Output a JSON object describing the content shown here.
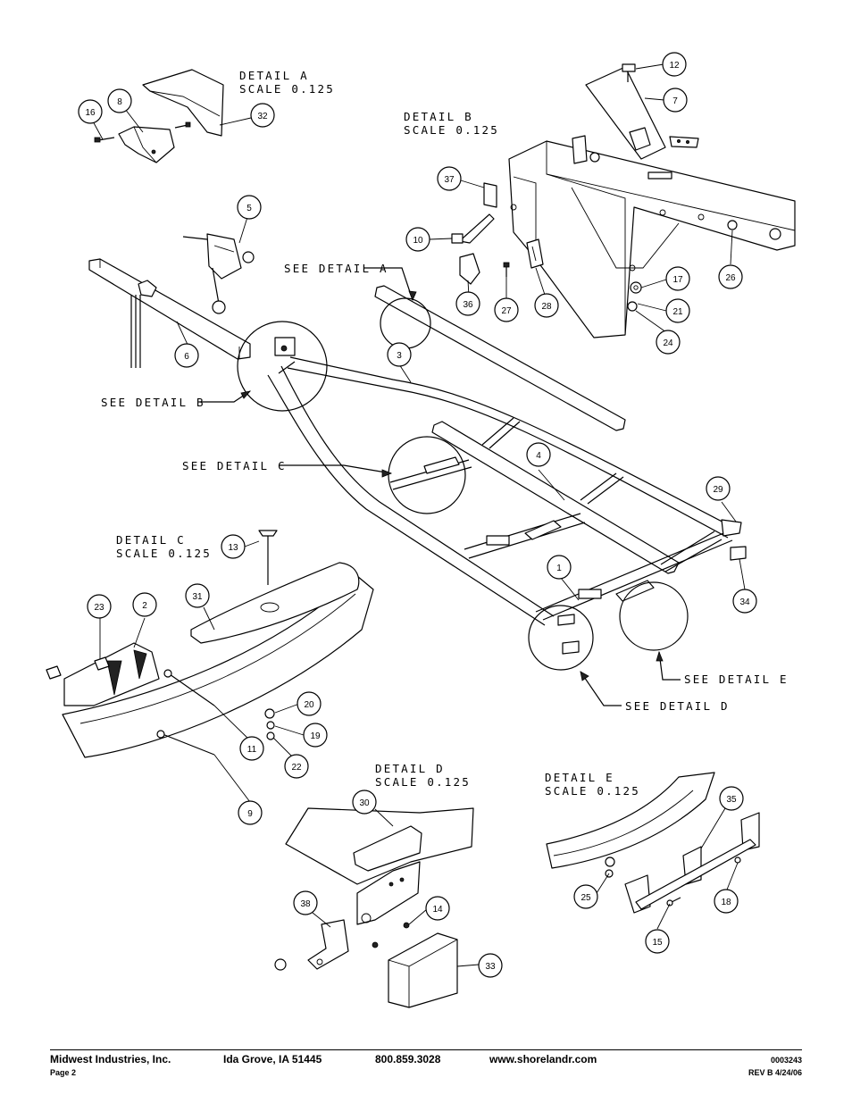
{
  "details": {
    "a": {
      "title": "DETAIL  A",
      "scale": "SCALE  0.125"
    },
    "b": {
      "title": "DETAIL  B",
      "scale": "SCALE  0.125"
    },
    "c": {
      "title": "DETAIL  C",
      "scale": "SCALE  0.125"
    },
    "d": {
      "title": "DETAIL  D",
      "scale": "SCALE  0.125"
    },
    "e": {
      "title": "DETAIL  E",
      "scale": "SCALE  0.125"
    }
  },
  "see_labels": {
    "a": "SEE DETAIL  A",
    "b": "SEE DETAIL  B",
    "c": "SEE DETAIL  C",
    "d": "SEE DETAIL  D",
    "e": "SEE DETAIL  E"
  },
  "balloons": [
    "1",
    "2",
    "3",
    "4",
    "5",
    "6",
    "7",
    "8",
    "9",
    "10",
    "11",
    "12",
    "13",
    "14",
    "15",
    "16",
    "17",
    "18",
    "19",
    "20",
    "21",
    "22",
    "23",
    "24",
    "25",
    "26",
    "27",
    "28",
    "29",
    "30",
    "31",
    "32",
    "33",
    "34",
    "35",
    "36",
    "37",
    "38"
  ],
  "footer": {
    "company": "Midwest Industries, Inc.",
    "city": "Ida Grove, IA  51445",
    "phone": "800.859.3028",
    "website": "www.shorelandr.com",
    "page": "Page 2",
    "doc_number": "0003243",
    "revision": "REV  B  4/24/06"
  }
}
